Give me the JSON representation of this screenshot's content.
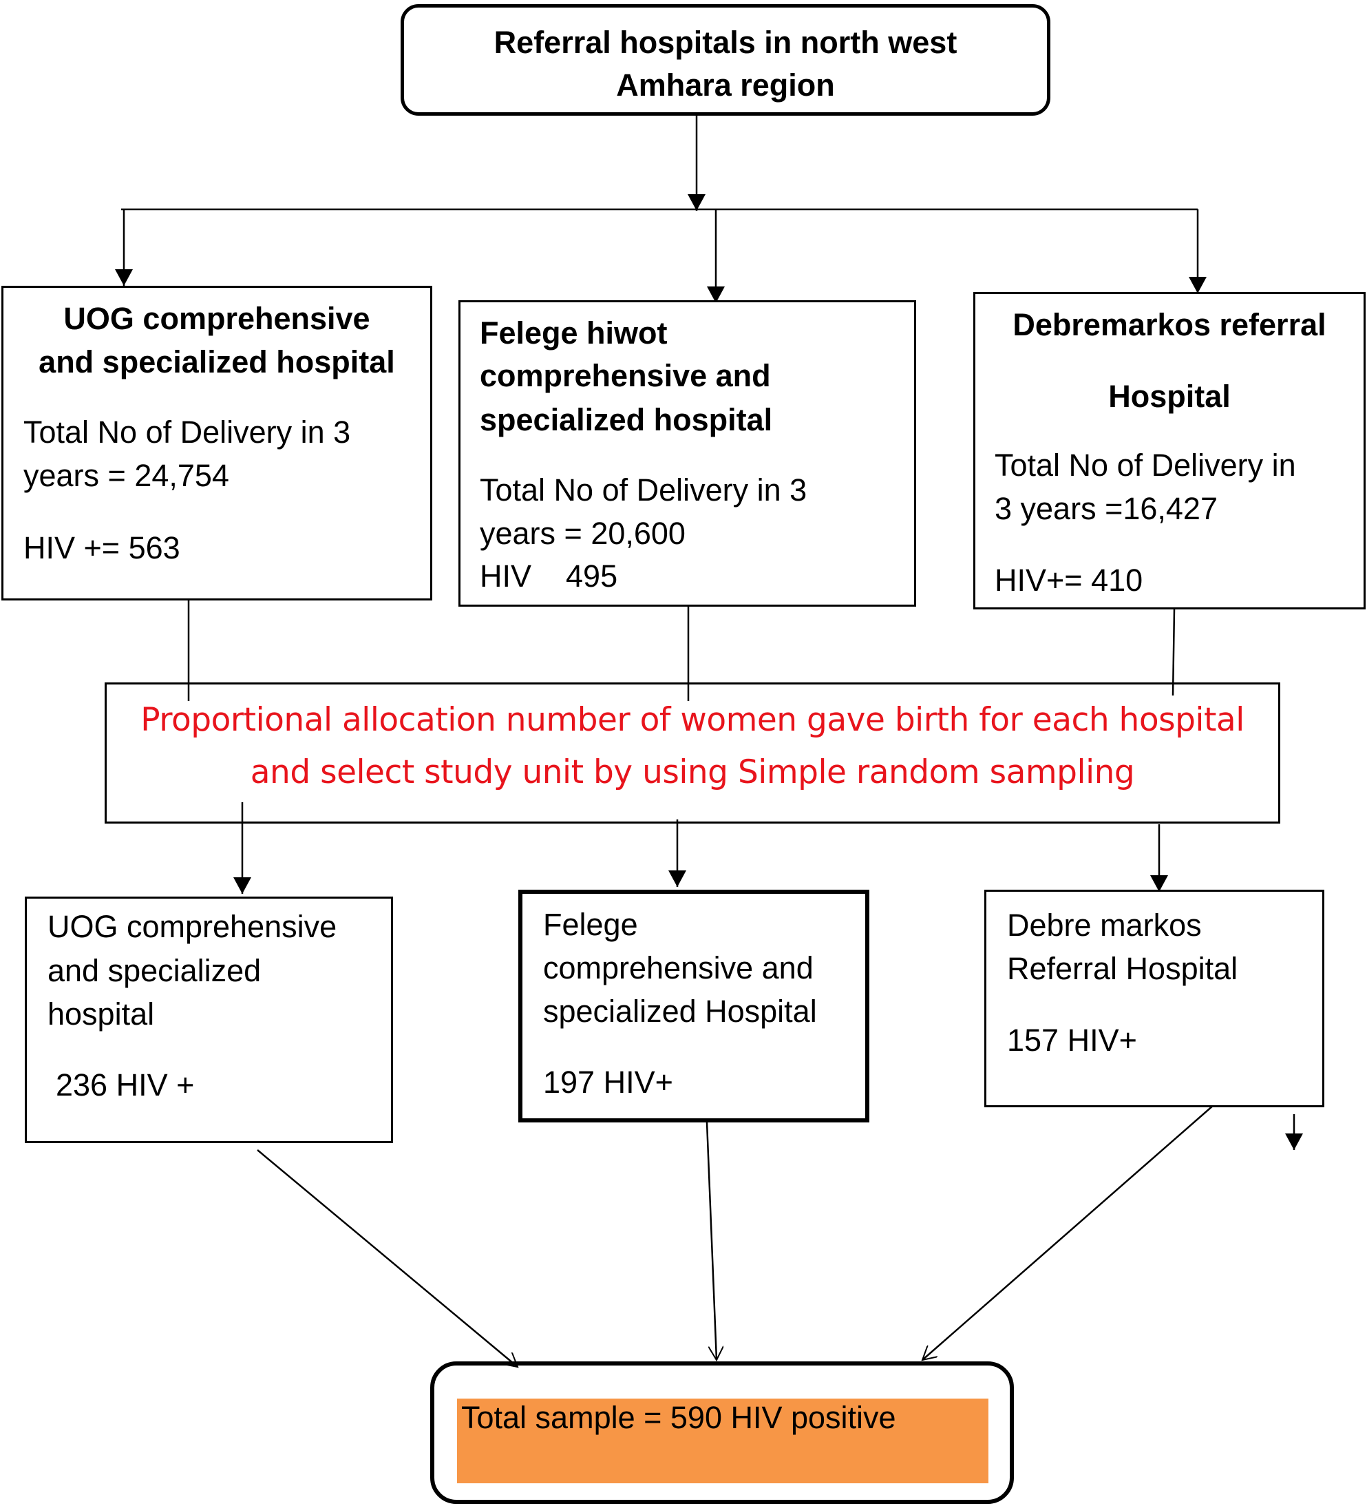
{
  "top": {
    "line1": "Referral hospitals in north west",
    "line2": "Amhara region"
  },
  "level1": {
    "uog": {
      "title1": "UOG comprehensive",
      "title2": "and specialized hospital",
      "delivery1": "Total No of Delivery in 3",
      "delivery2": "years = 24,754",
      "hiv": "HIV += 563"
    },
    "felege": {
      "title1": "Felege hiwot",
      "title2": "comprehensive and",
      "title3": "specialized hospital",
      "delivery1": "Total No of Delivery in 3",
      "delivery2": "years = 20,600",
      "hiv": "HIV    495"
    },
    "debre": {
      "title1": "Debremarkos referral",
      "title2": "Hospital",
      "delivery1": "Total No of Delivery in",
      "delivery2": "3 years =16,427",
      "hiv": "HIV+= 410"
    }
  },
  "allocation": {
    "line1": "Proportional allocation number of women gave birth for each hospital",
    "line2": "and select study unit by using Simple random sampling",
    "color": "#e8141c"
  },
  "level2": {
    "uog": {
      "line1": "UOG comprehensive",
      "line2": "and specialized",
      "line3": "hospital",
      "hiv": "236 HIV +"
    },
    "felege": {
      "line1": "Felege",
      "line2": "comprehensive and",
      "line3": "specialized Hospital",
      "hiv": "197 HIV+"
    },
    "debre": {
      "line1": "Debre markos",
      "line2": "Referral Hospital",
      "hiv": "157 HIV+"
    }
  },
  "total": {
    "label": "Total sample = 590 HIV positive",
    "fill": "#f79646"
  }
}
